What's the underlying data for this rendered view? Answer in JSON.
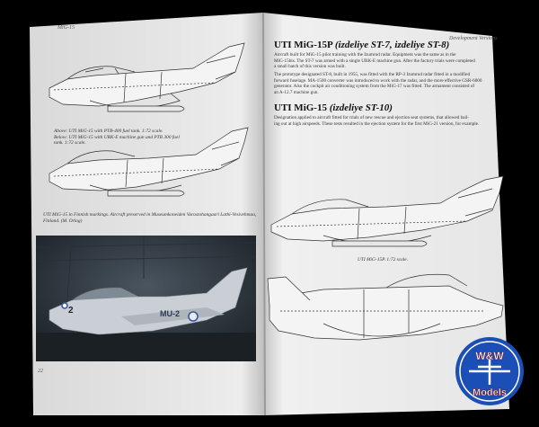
{
  "left_page": {
    "header": "MiG-15",
    "caption_top": [
      "Above: UTI MiG-15 with PTB-400 fuel tank. 1:72 scale.",
      "Below: UTI MiG-15 with URK-E machine gun and PTB 300 fuel",
      "tank. 1:72 scale."
    ],
    "photo_caption": [
      "UTI MiG-15 in Finnish markings. Aircraft preserved in Museumkoneiden Varastohangaari Lathi-Vesivehmaa,",
      "Finland. (M. Orlog)"
    ],
    "aircraft_code": "MU-2",
    "page_number": "22"
  },
  "right_page": {
    "header": "Development Versions",
    "section1": {
      "title_prefix": "UTI MiG-15P",
      "title_suffix": "(izdeliye ST-7, izdeliye ST-8)",
      "paragraphs": [
        [
          "Aircraft built for MiG-15 pilot training with the Izumrud radar. Equipment was the same as in the",
          "MiG-15bis. The ST-7 was armed with a single URK-E machine gun. After the factory trials were completed",
          "a small batch of this version was built."
        ],
        [
          "The prototype designated ST-8, built in 1955, was fitted with the RP-3 Izumrud radar fitted in a modified",
          "forward fuselage. MA-1500 converter was introduced to work with the radar, and the more effective GSR-6000",
          "generator. Also the cockpit air conditioning system from the MiG-17 was fitted. The armament consisted of",
          "an A-12.7 machine gun."
        ]
      ]
    },
    "section2": {
      "title_prefix": "UTI MiG-15",
      "title_suffix": "(izdeliye ST-10)",
      "paragraphs": [
        [
          "Designation applied to aircraft fitted for trials of new rescue and ejection seat systems, that allowed bail-",
          "ing out at high airspeeds. These tests resulted in the ejection system for the first MiG-21 version, for example."
        ]
      ]
    },
    "drawing_caption": "UTI MiG-15P. 1:72 scale."
  },
  "watermark": {
    "text_top": "W&W",
    "text_bottom": "Models"
  }
}
